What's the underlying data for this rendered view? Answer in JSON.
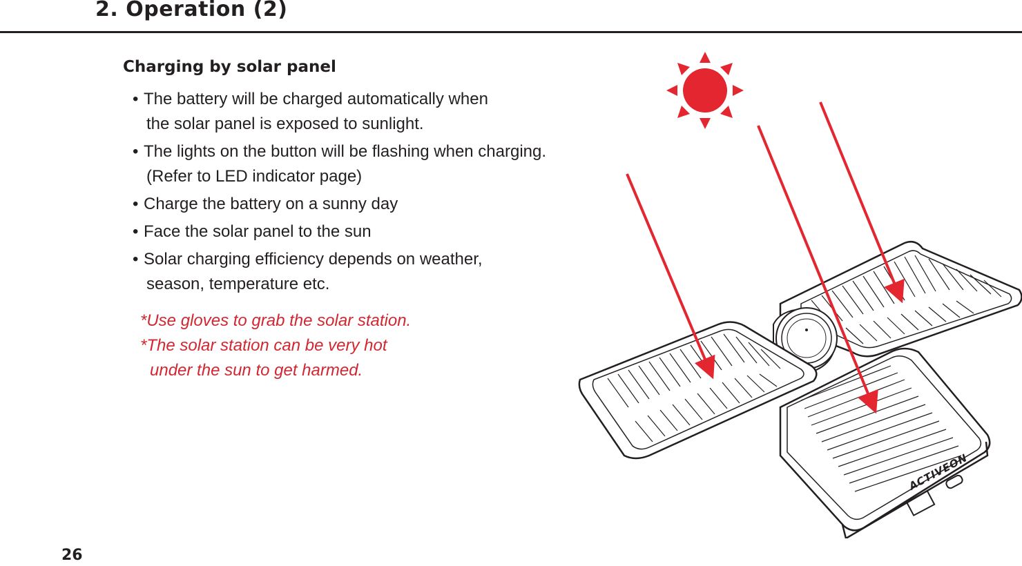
{
  "page": {
    "title": "2. Operation (2)",
    "section_title": "Charging by solar panel",
    "page_number": "26"
  },
  "bullets": [
    {
      "line1": "The battery will be charged automatically when",
      "line2": "the solar panel is exposed to sunlight."
    },
    {
      "line1": "The lights on the button will be flashing when charging.",
      "line2": "(Refer to LED indicator page)"
    },
    {
      "line1": "Charge the battery on a sunny day",
      "line2": ""
    },
    {
      "line1": "Face the solar panel to the sun",
      "line2": ""
    },
    {
      "line1": "Solar charging efficiency depends on weather,",
      "line2": "season, temperature etc."
    }
  ],
  "warnings": {
    "line1": "*Use gloves to grab the solar station.",
    "line2": "*The solar station can be very hot",
    "line3": "under the sun to get harmed."
  },
  "illustration": {
    "brand_text": "ACTIVEON",
    "sun_icon": "sun-icon",
    "accent_color": "#e3262f",
    "line_color": "#231f20"
  }
}
